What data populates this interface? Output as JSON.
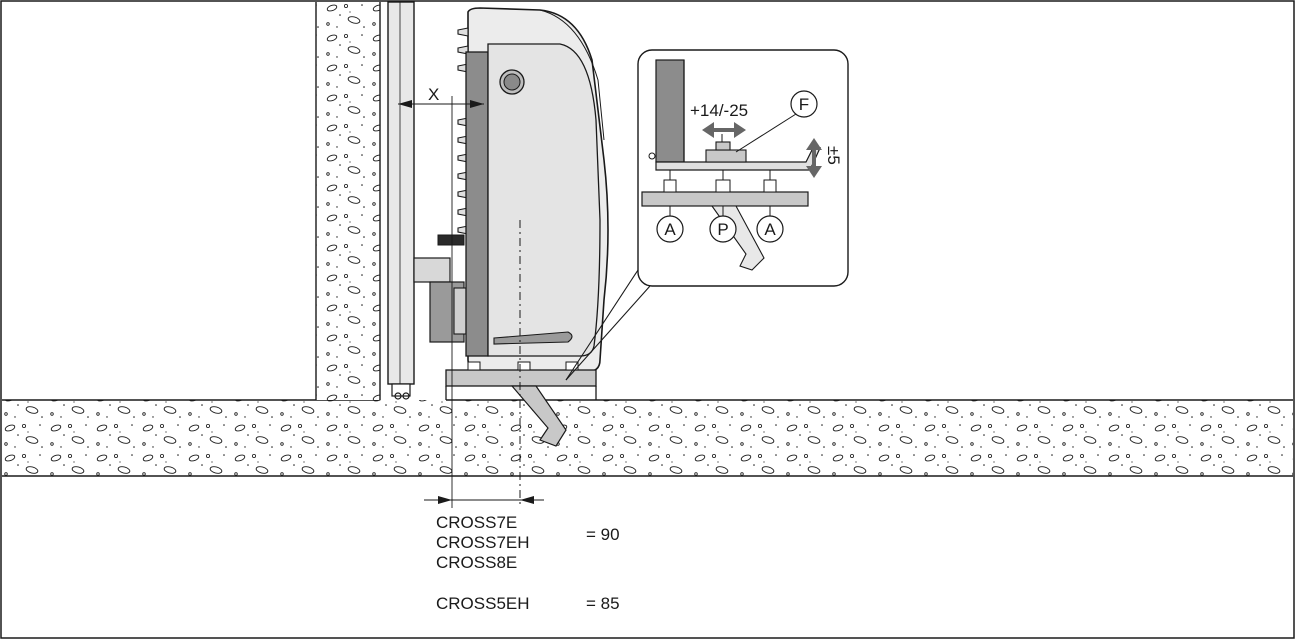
{
  "dimension": {
    "x_label": "X",
    "adjust_horizontal": "+14/-25",
    "adjust_vertical": "±5"
  },
  "callouts": {
    "f": "F",
    "a_left": "A",
    "p": "P",
    "a_right": "A"
  },
  "models": [
    {
      "names": [
        "CROSS7E",
        "CROSS7EH",
        "CROSS8E"
      ],
      "value": "= 90"
    },
    {
      "names": [
        "CROSS5EH"
      ],
      "value": "= 85"
    }
  ],
  "colors": {
    "line": "#1a1a1a",
    "motor_body": "#e6e6e6",
    "motor_panel": "#8c8c8c",
    "plate": "#c8c8c8",
    "concrete": "#ffffff"
  }
}
